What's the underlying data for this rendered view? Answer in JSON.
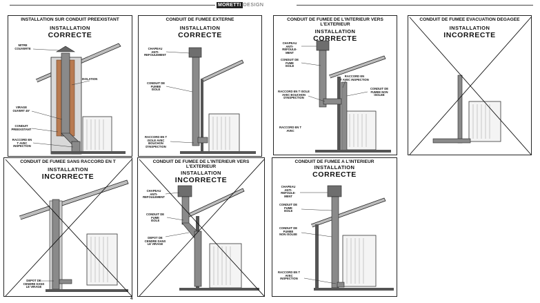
{
  "header": {
    "brand_part1": "MORETTI",
    "brand_part2": "DESIGN"
  },
  "page_number": "4",
  "panels": [
    {
      "title": "INSTALLATION SUR CONDUIT PREEXISTANT",
      "verdict_line1": "INSTALLATION",
      "verdict_line2": "CORRECTE",
      "verdict_status": "correct",
      "labels": [
        "MITRE\nCOUVERTE",
        "ISOLATION",
        "VIRAGE\nOUVERT 45°",
        "CONDUIT\nPREEXISTANT",
        "RACCORD EN\nT AVEC\nINSPECTION"
      ]
    },
    {
      "title": "CONDUIT DE FUMEE EXTERNE",
      "verdict_line1": "INSTALLATION",
      "verdict_line2": "CORRECTE",
      "verdict_status": "correct",
      "labels": [
        "CHAPEAU\nANTI-\nREFOULEMENT",
        "CONDUIT DE\nFUMEE\nISOLE",
        "RACCORD EN T\nISOLE AVEC\nBOUCHON\nD'INSPECTION"
      ]
    },
    {
      "title": "CONDUIT DE FUMEE DE L'INTERIEUR VERS L'EXTERIEUR",
      "verdict_line1": "INSTALLATION",
      "verdict_line2": "CORRECTE",
      "verdict_status": "correct",
      "labels": [
        "CHAPEAU\nANTI-\nREFOULE-\nMENT",
        "CONDUIT DE\nFUME\nISOLE",
        "RACCORD EN\nT AVEC INSPECTION",
        "RACCORD EN T ISOLE\nAVEC BOUCHON\nD'INSPECTION",
        "CONDUIT DE\nFUMEE NON\nISOLEE",
        "RACCORD EN T\nAVEC"
      ]
    },
    {
      "title": "CONDUIT DE FUMEE EVACUATION DEGAGEE",
      "verdict_line1": "INSTALLATION",
      "verdict_line2": "INCORRECTE",
      "verdict_status": "incorrect",
      "labels": []
    },
    {
      "title": "CONDUIT DE FUMEE SANS RACCORD EN T",
      "verdict_line1": "INSTALLATION",
      "verdict_line2": "INCORRECTE",
      "verdict_status": "incorrect",
      "labels": [
        "DEPOT DE\nCENDRE DANS\nLE VIRAGE"
      ]
    },
    {
      "title": "CONDUIT DE FUMEE DE L'INTERIEUR VERS L'EXTERIEUR",
      "verdict_line1": "INSTALLATION",
      "verdict_line2": "INCORRECTE",
      "verdict_status": "incorrect",
      "labels": [
        "CHAPEAU\nANTI-\nREFOULEMENT",
        "CONDUIT DE\nFUME\nISOLE",
        "DEPOT DE\nCENDRE DANS\nLE VIRAGE"
      ]
    },
    {
      "title": "CONDUIT DE FUMEE A L'INTERIEUR",
      "verdict_line1": "INSTALLATION",
      "verdict_line2": "CORRECTE",
      "verdict_status": "correct",
      "labels": [
        "CHAPEAU\nANTI-\nREFOULE-\nMENT",
        "CONDUIT DE\nFUME\nISOLE",
        "CONDUIT DE\nFUMEE\nNON ISOLEE",
        "RACCORD EN T\nAVEC\nINSPECTION"
      ]
    }
  ],
  "colors": {
    "frame": "#222222",
    "pipe_fill": "#8a8a8a",
    "pipe_fill_dark": "#6e6e6e",
    "insulation": "#b87a50",
    "cross": "#111111"
  },
  "icons": [
    "roof-icon",
    "chimney-pipe-icon",
    "stove-icon",
    "cross-mark-icon"
  ]
}
